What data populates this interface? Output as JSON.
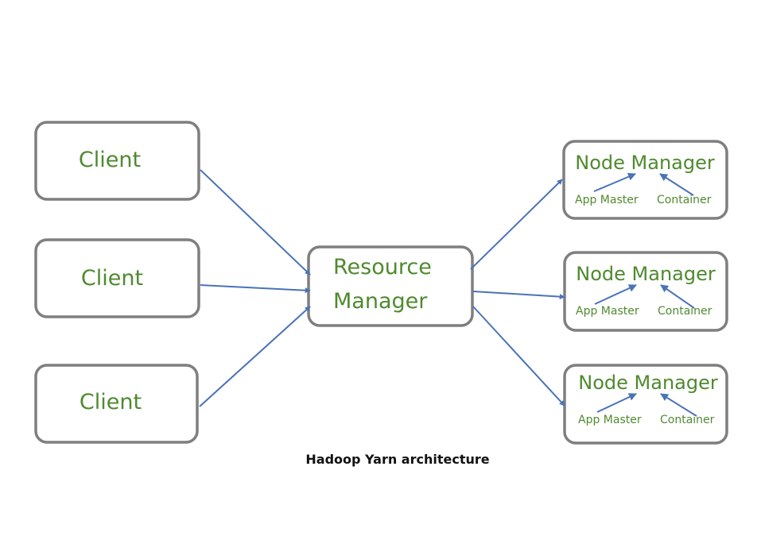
{
  "clients": [
    "Client",
    "Client",
    "Client"
  ],
  "resource_manager": {
    "line1": "Resource",
    "line2": "Manager"
  },
  "node_managers": [
    {
      "title": "Node Manager",
      "app_master": "App Master",
      "container": "Container"
    },
    {
      "title": "Node Manager",
      "app_master": "App Master",
      "container": "Container"
    },
    {
      "title": "Node Manager",
      "app_master": "App Master",
      "container": "Container"
    }
  ],
  "caption": "Hadoop Yarn architecture",
  "colors": {
    "text": "#4f8a2f",
    "box_border": "#7f7f7f",
    "arrow": "#4a73b8"
  }
}
